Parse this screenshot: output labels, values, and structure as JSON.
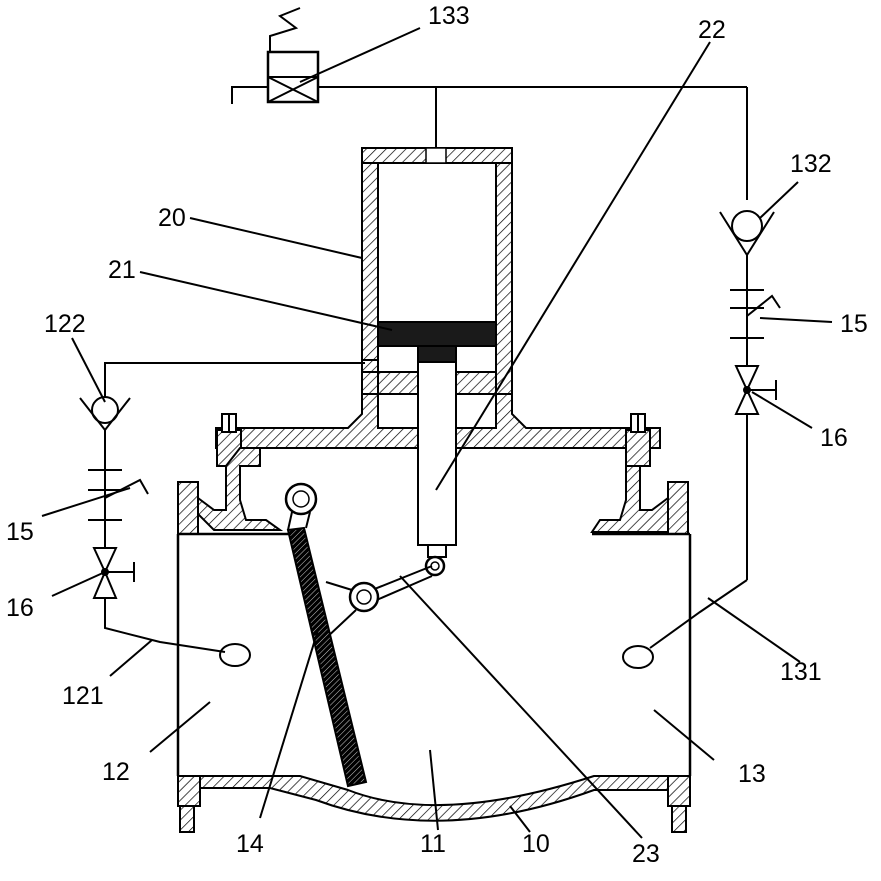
{
  "labels": {
    "l133": "133",
    "l22": "22",
    "l132": "132",
    "l20": "20",
    "l21": "21",
    "l122": "122",
    "l15_right": "15",
    "l16_right": "16",
    "l15_left": "15",
    "l16_left": "16",
    "l121": "121",
    "l131": "131",
    "l12": "12",
    "l13": "13",
    "l14": "14",
    "l11": "11",
    "l10": "10",
    "l23": "23"
  },
  "colors": {
    "line": "#000000",
    "background": "#ffffff"
  }
}
